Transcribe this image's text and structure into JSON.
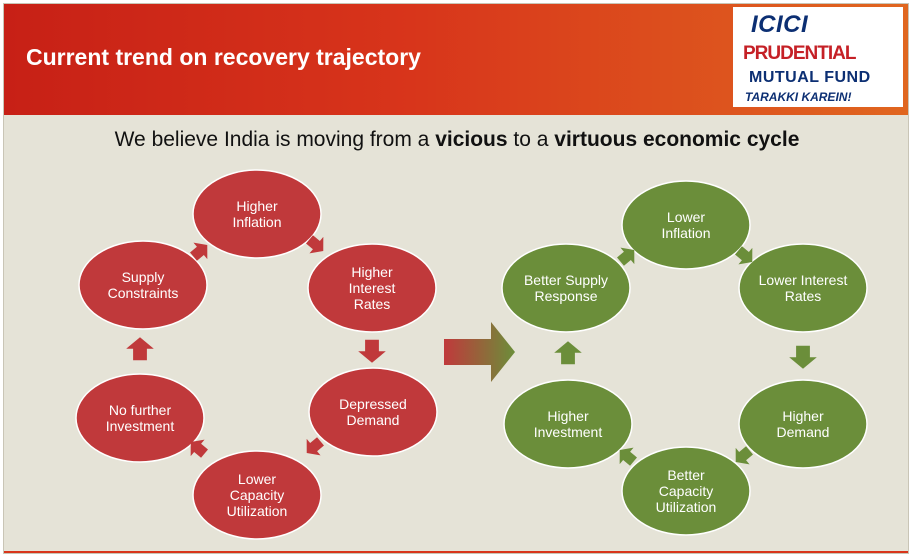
{
  "header": {
    "title": "Current trend on recovery trajectory",
    "logo": {
      "brand": "ICICI",
      "line2": "PRUDENTIAL",
      "line3": "MUTUAL FUND",
      "tagline": "TARAKKI KAREIN!"
    }
  },
  "subtitle": {
    "part1": "We believe India is moving from a ",
    "bold1": "vicious",
    "part2": " to a ",
    "bold2": "virtuous economic cycle"
  },
  "vicious_cycle": {
    "color": "#c0393b",
    "nodes": [
      {
        "label_lines": [
          "Higher",
          "Inflation"
        ]
      },
      {
        "label_lines": [
          "Higher",
          "Interest",
          "Rates"
        ]
      },
      {
        "label_lines": [
          "Depressed",
          "Demand"
        ]
      },
      {
        "label_lines": [
          "Lower",
          "Capacity",
          "Utilization"
        ]
      },
      {
        "label_lines": [
          "No further",
          "Investment"
        ]
      },
      {
        "label_lines": [
          "Supply",
          "Constraints"
        ]
      }
    ]
  },
  "virtuous_cycle": {
    "color": "#6b8e3a",
    "nodes": [
      {
        "label_lines": [
          "Lower",
          "Inflation"
        ]
      },
      {
        "label_lines": [
          "Lower Interest",
          "Rates"
        ]
      },
      {
        "label_lines": [
          "Higher",
          "Demand"
        ]
      },
      {
        "label_lines": [
          "Better",
          "Capacity",
          "Utilization"
        ]
      },
      {
        "label_lines": [
          "Higher",
          "Investment"
        ]
      },
      {
        "label_lines": [
          "Better Supply",
          "Response"
        ]
      }
    ]
  }
}
